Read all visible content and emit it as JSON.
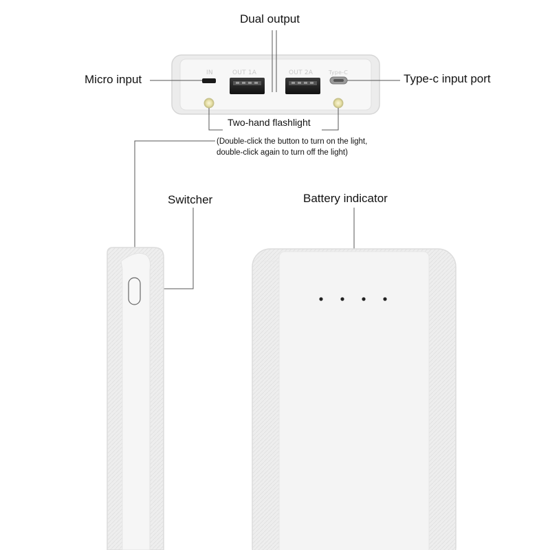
{
  "callouts": {
    "dual_output": "Dual output",
    "micro_input": "Micro input",
    "type_c_input_port": "Type-c input port",
    "two_hand_flashlight": "Two-hand flashlight",
    "flashlight_note_line1": "(Double-click the button to turn on the light,",
    "flashlight_note_line2": "double-click again to turn off the light)",
    "switcher": "Switcher",
    "battery_indicator": "Battery indicator"
  },
  "port_labels": {
    "in": "IN",
    "out_1a": "OUT 1A",
    "out_2a": "OUT 2A",
    "type_c": "Type-C"
  },
  "battery_indicator_led_count": 4,
  "colors": {
    "body": "#f1f1f1",
    "body_edge": "#dcdcdc",
    "line": "#555555",
    "port_dark": "#222222",
    "flashlight_lens": "#e8e2b0"
  }
}
